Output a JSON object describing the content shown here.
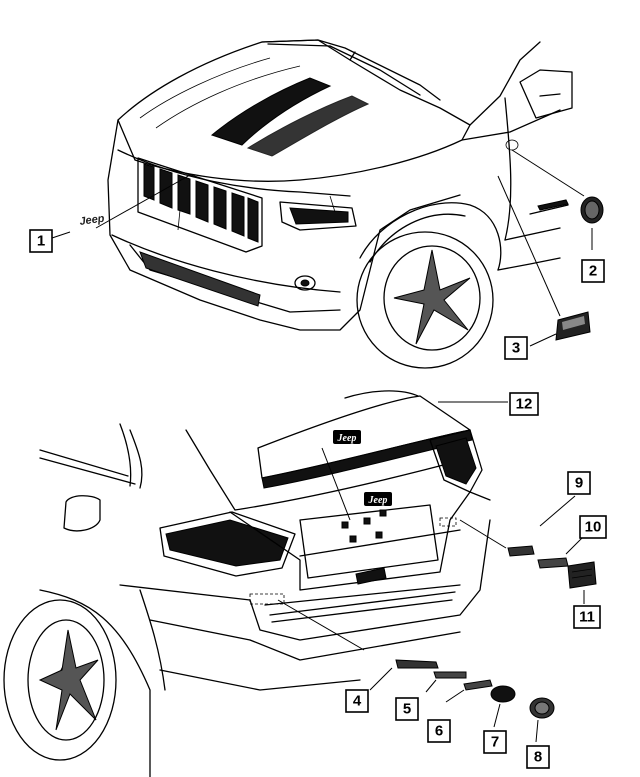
{
  "brand_badge_text": "Jeep",
  "callouts": [
    {
      "number": "1"
    },
    {
      "number": "2"
    },
    {
      "number": "3"
    },
    {
      "number": "4"
    },
    {
      "number": "5"
    },
    {
      "number": "6"
    },
    {
      "number": "7"
    },
    {
      "number": "8"
    },
    {
      "number": "9"
    },
    {
      "number": "10"
    },
    {
      "number": "11"
    },
    {
      "number": "12"
    }
  ]
}
